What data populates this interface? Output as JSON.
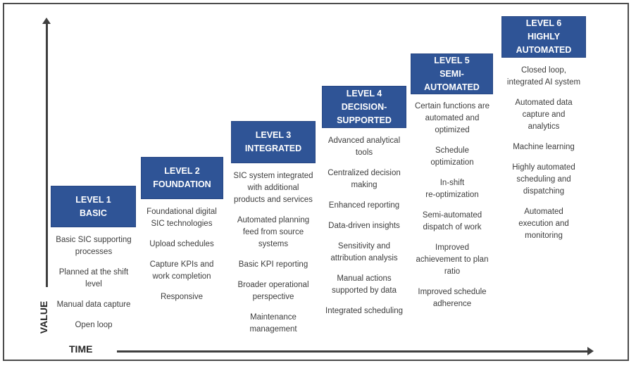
{
  "diagram": {
    "type": "maturity-staircase",
    "value_axis_label": "VALUE",
    "time_axis_label": "TIME",
    "box_color": "#2F5496",
    "text_color": "#3d3d3d"
  },
  "levels": [
    {
      "title": "LEVEL 1\nBASIC",
      "items": [
        "Basic SIC supporting\nprocesses",
        "Planned at the shift\nlevel",
        "Manual data capture",
        "Open loop"
      ]
    },
    {
      "title": "LEVEL 2\nFOUNDATION",
      "items": [
        "Foundational digital\nSIC technologies",
        "Upload schedules",
        "Capture KPIs and\nwork completion",
        "Responsive"
      ]
    },
    {
      "title": "LEVEL 3\nINTEGRATED",
      "items": [
        "SIC system integrated\nwith additional\nproducts and services",
        "Automated planning\nfeed from source\nsystems",
        "Basic KPI reporting",
        "Broader operational\nperspective",
        "Maintenance\nmanagement"
      ]
    },
    {
      "title": "LEVEL 4\nDECISION-\nSUPPORTED",
      "items": [
        "Advanced analytical\ntools",
        "Centralized decision\nmaking",
        "Enhanced reporting",
        "Data-driven insights",
        "Sensitivity and\nattribution analysis",
        "Manual actions\nsupported by data",
        "Integrated scheduling"
      ]
    },
    {
      "title": "LEVEL 5\nSEMI-\nAUTOMATED",
      "items": [
        "Certain functions are\nautomated and\noptimized",
        "Schedule\noptimization",
        "In-shift\nre-optimization",
        "Semi-automated\ndispatch of work",
        "Improved\nachievement to plan\nratio",
        "Improved schedule\nadherence"
      ]
    },
    {
      "title": "LEVEL 6\nHIGHLY\nAUTOMATED",
      "items": [
        "Closed loop,\nintegrated AI system",
        "Automated data\ncapture and\nanalytics",
        "Machine learning",
        "Highly automated\nscheduling and\ndispatching",
        "Automated\nexecution and\nmonitoring"
      ]
    }
  ]
}
